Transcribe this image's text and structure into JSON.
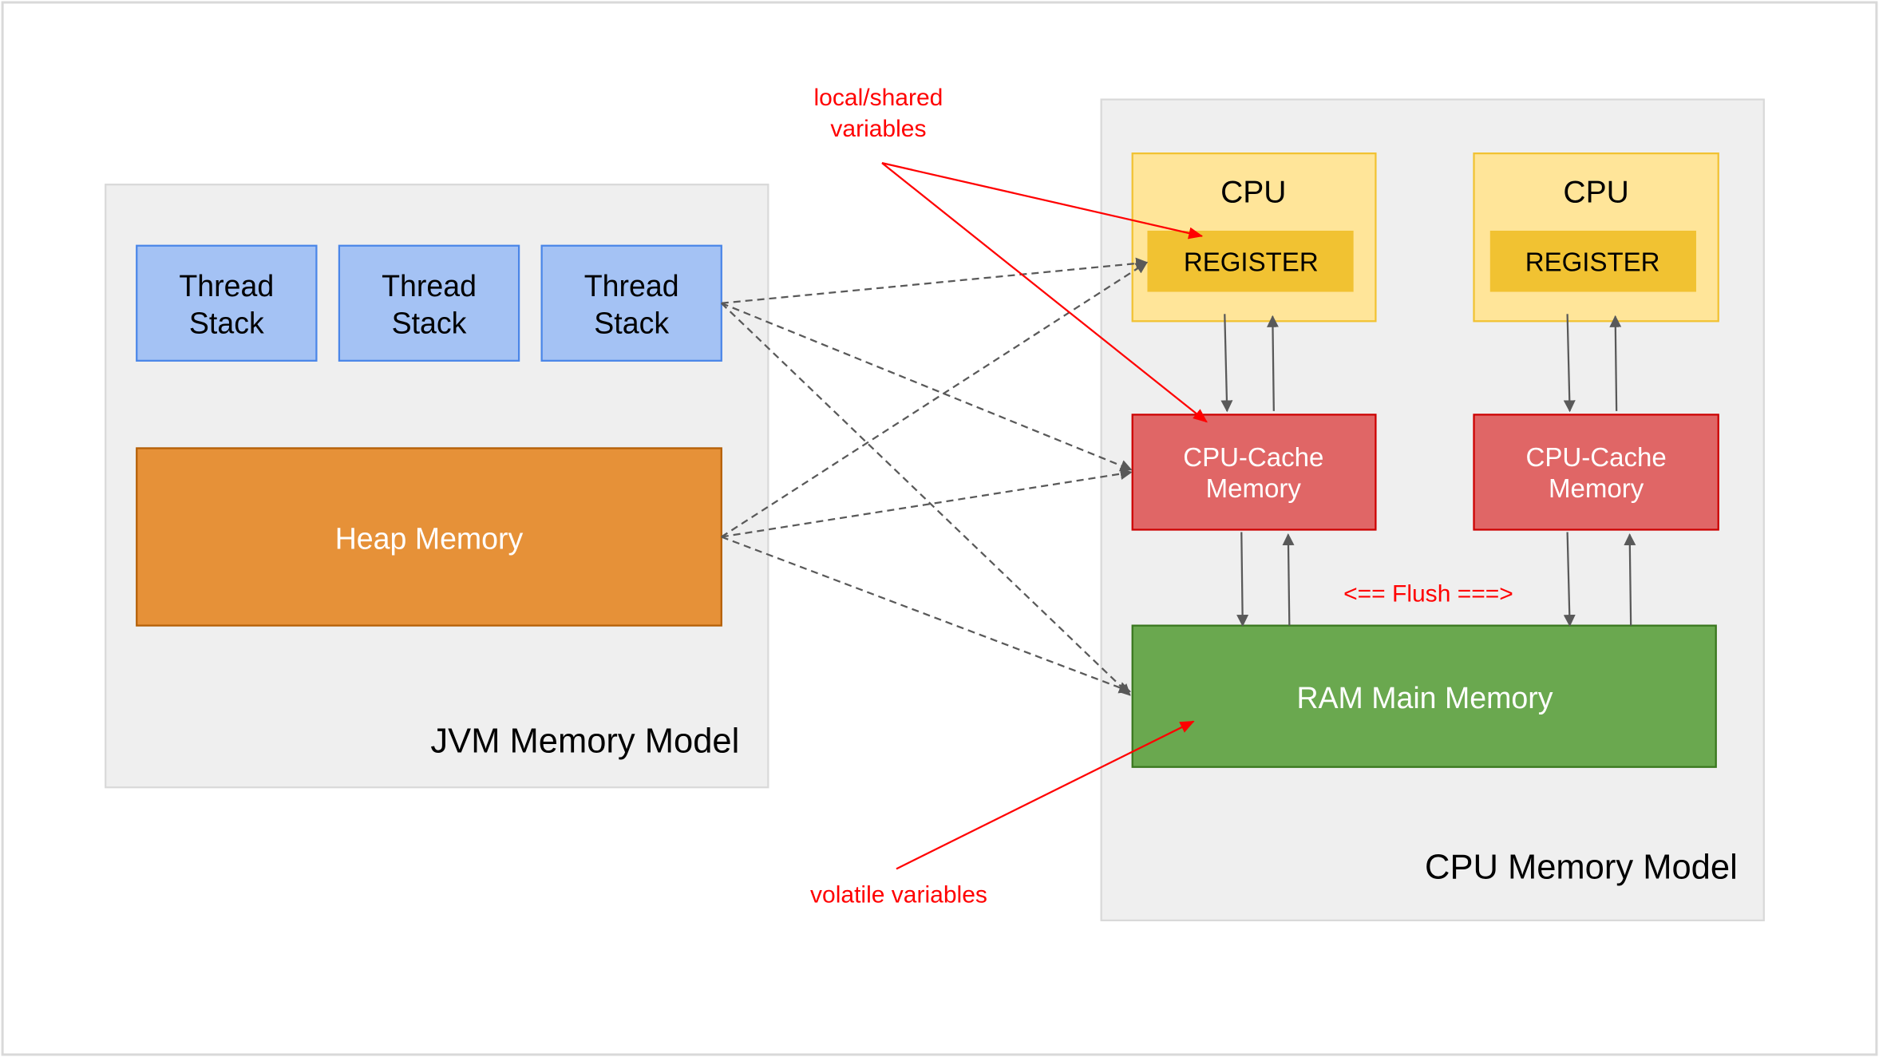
{
  "jvm": {
    "label": "JVM Memory Model",
    "thread_stacks": [
      {
        "line1": "Thread",
        "line2": "Stack"
      },
      {
        "line1": "Thread",
        "line2": "Stack"
      },
      {
        "line1": "Thread",
        "line2": "Stack"
      }
    ],
    "heap": "Heap Memory"
  },
  "cpu_model": {
    "label": "CPU Memory Model",
    "cpus": [
      {
        "title": "CPU",
        "register": "REGISTER",
        "cache_line1": "CPU-Cache",
        "cache_line2": "Memory"
      },
      {
        "title": "CPU",
        "register": "REGISTER",
        "cache_line1": "CPU-Cache",
        "cache_line2": "Memory"
      }
    ],
    "ram": "RAM Main Memory",
    "flush": "<== Flush ===>"
  },
  "annotations": {
    "local_shared_line1": "local/shared",
    "local_shared_line2": "variables",
    "volatile": "volatile variables"
  },
  "colors": {
    "thread_stack": "#a4c2f4",
    "heap": "#e69138",
    "cpu": "#ffe599",
    "register": "#f1c232",
    "cache": "#e06666",
    "ram": "#6aa84f",
    "annotation": "#ff0000"
  }
}
